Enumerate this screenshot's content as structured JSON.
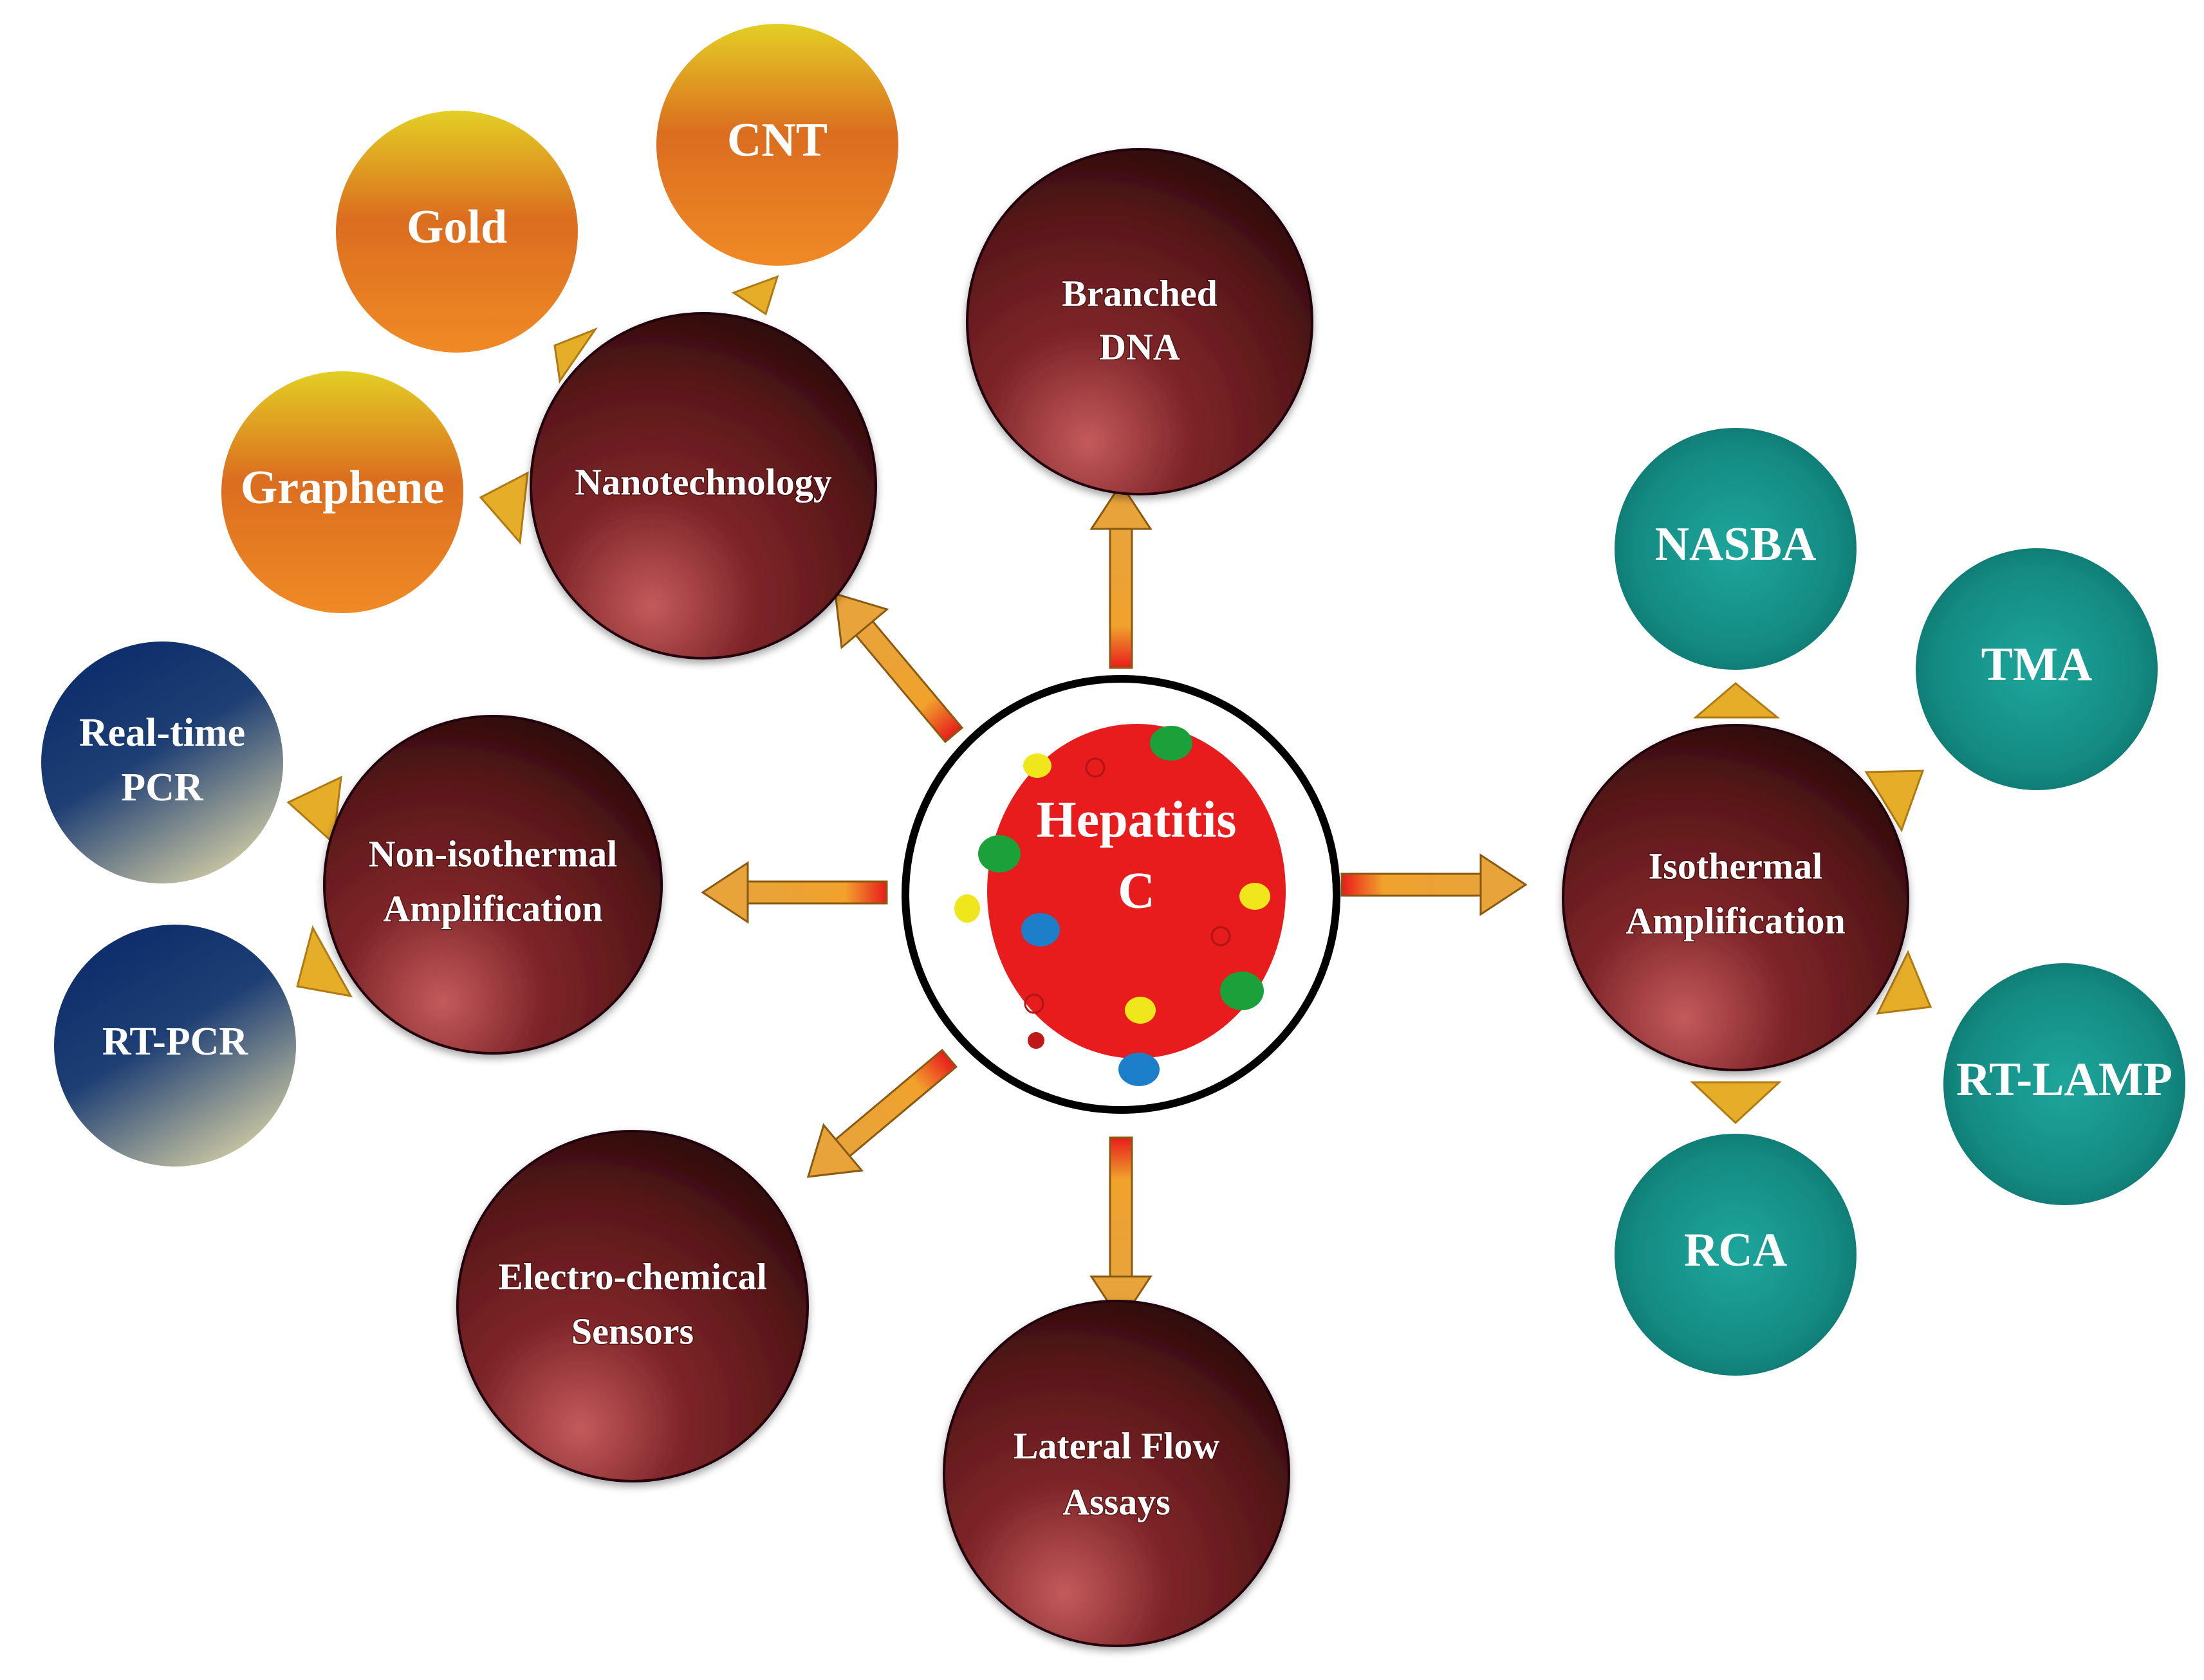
{
  "center": {
    "label_line1": "Hepatitis",
    "label_line2": "C"
  },
  "methods": {
    "nanotechnology": "Nanotechnology",
    "branched_dna": [
      "Branched",
      "DNA"
    ],
    "non_isothermal": [
      "Non-isothermal",
      "Amplification"
    ],
    "isothermal": [
      "Isothermal",
      "Amplification"
    ],
    "electrochemical": [
      "Electro-chemical",
      "Sensors"
    ],
    "lateral_flow": [
      "Lateral Flow",
      "Assays"
    ]
  },
  "nanomaterials": {
    "gold": "Gold",
    "cnt": "CNT",
    "graphene": "Graphene"
  },
  "non_isothermal_types": {
    "realtime_pcr": [
      "Real-time",
      "PCR"
    ],
    "rt_pcr": "RT-PCR"
  },
  "isothermal_types": {
    "nasba": "NASBA",
    "tma": "TMA",
    "rt_lamp": "RT-LAMP",
    "rca": "RCA"
  },
  "colors": {
    "method_node": "#6e1f22",
    "nano_node": "#e87d1f",
    "pcr_node": "#123a6e",
    "isothermal_node": "#148b84",
    "virus": "#e81c1c",
    "arrow": "#e8a33a"
  }
}
